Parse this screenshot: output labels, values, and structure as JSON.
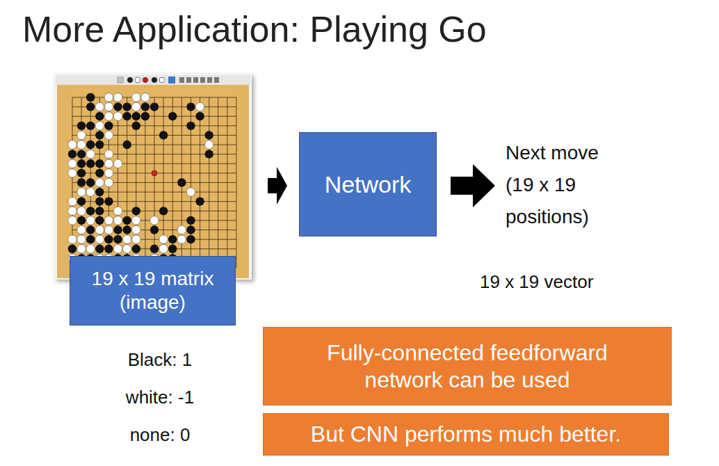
{
  "diagram": {
    "title": "More Application: Playing Go",
    "nodes": [
      {
        "text": [
          "19 x 19 matrix (image)"
        ]
      },
      {
        "text": [
          "Network"
        ]
      },
      {
        "text": [
          "Fully-connected feedforward network can be used"
        ]
      },
      {
        "text": [
          "But CNN performs much better."
        ]
      }
    ],
    "labels": [
      "Next move (19 x 19 positions)",
      "19 x 19 vector",
      "Black: 1",
      "white: -1",
      "none: 0"
    ]
  }
}
